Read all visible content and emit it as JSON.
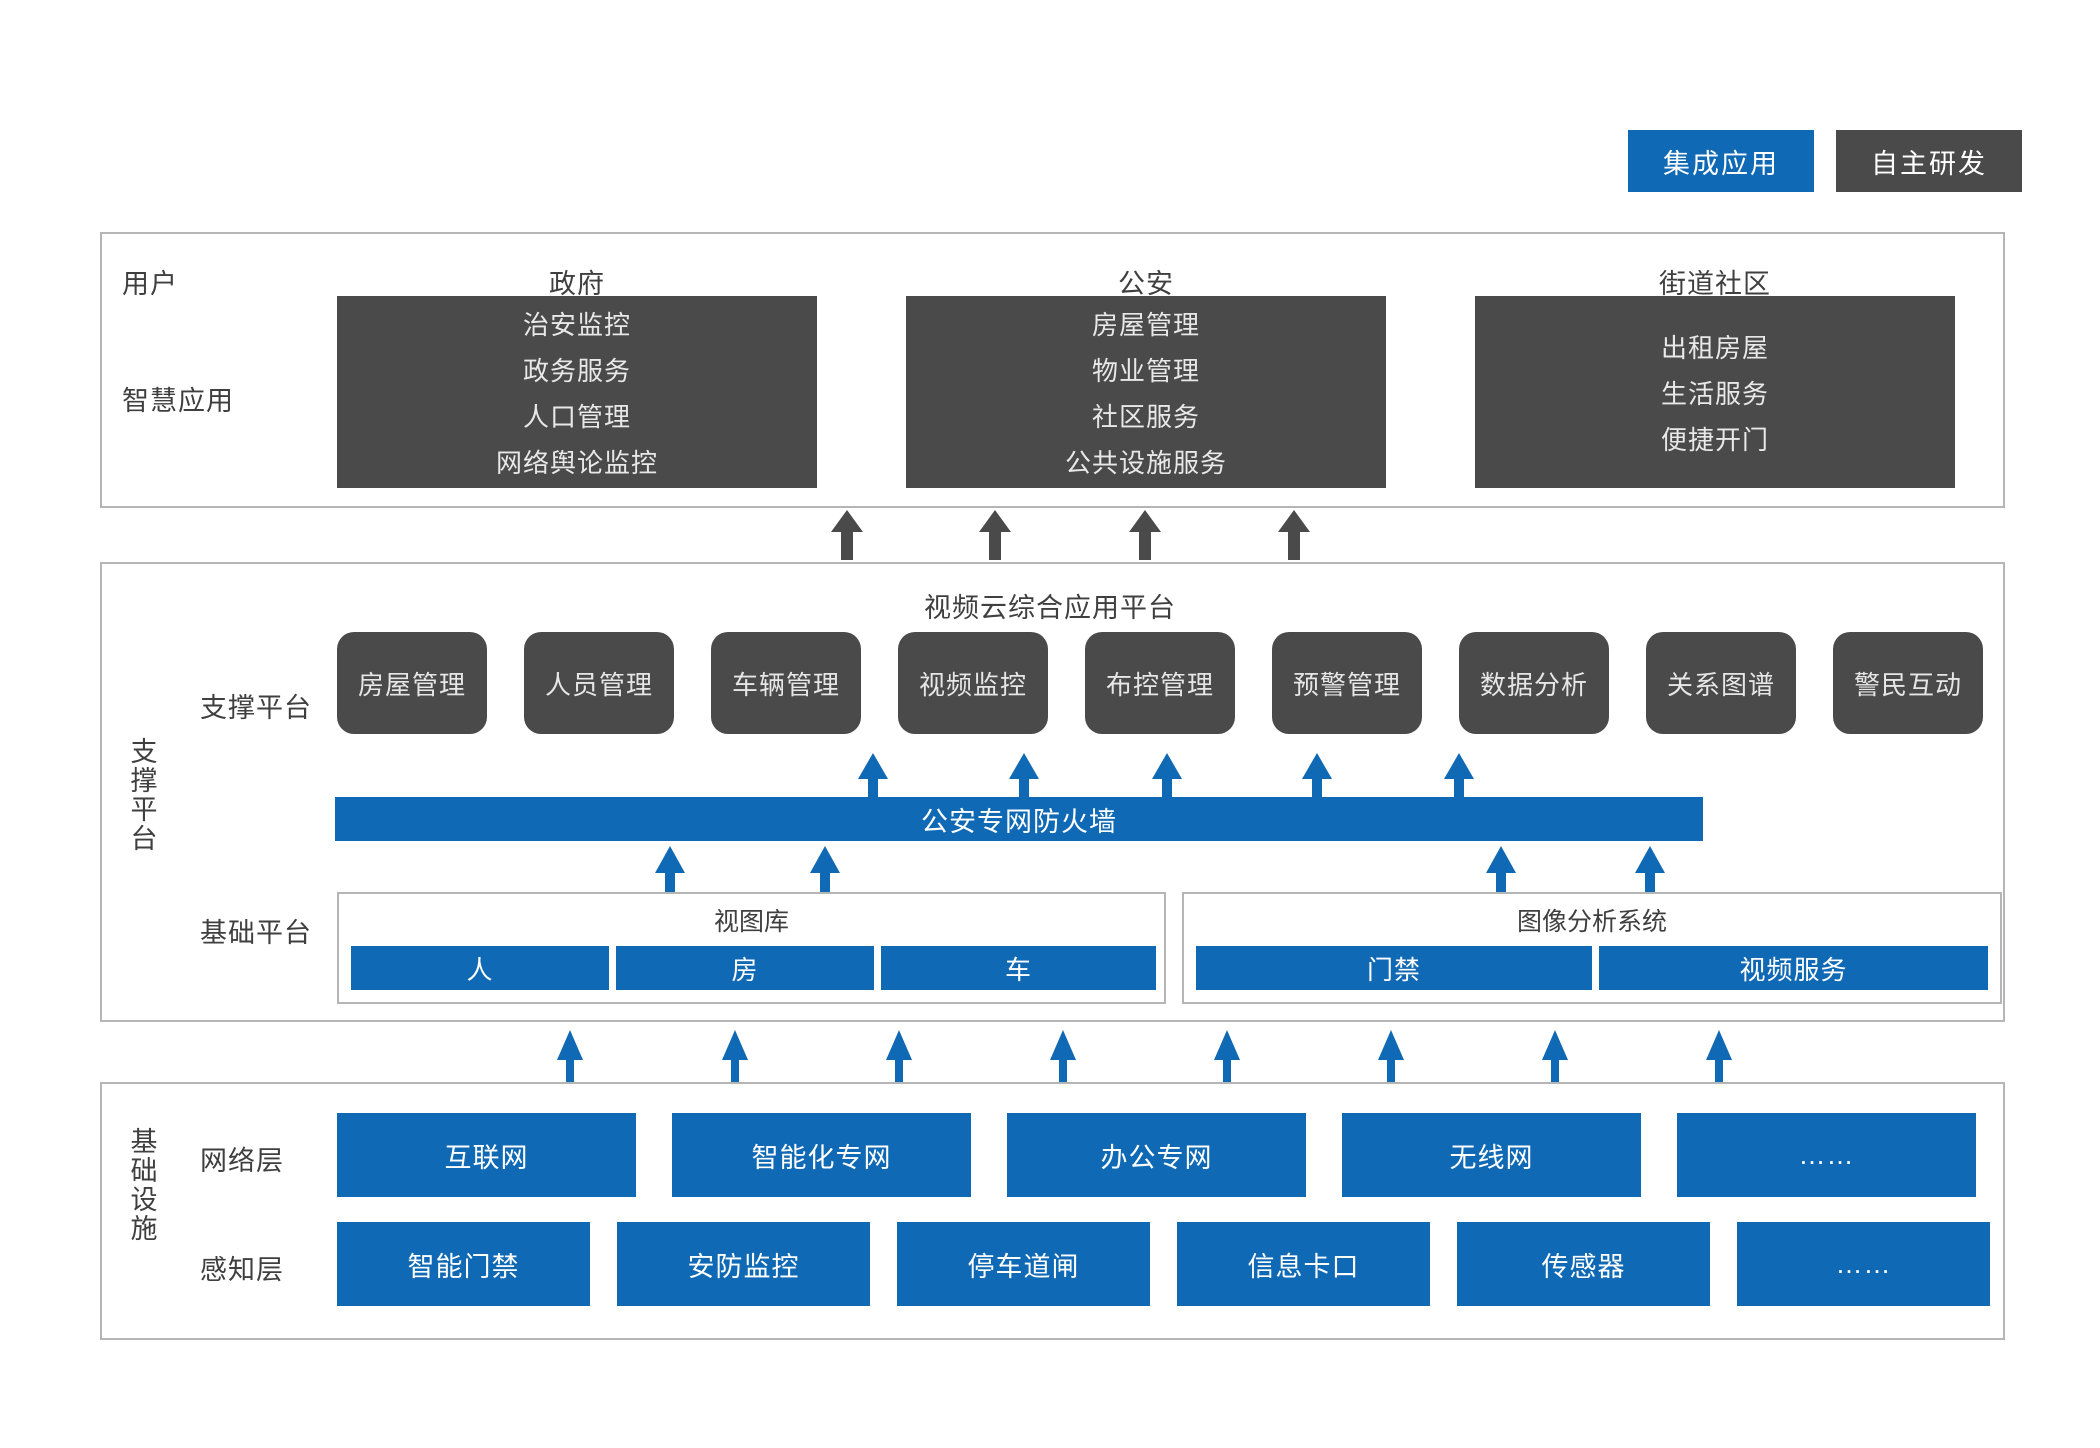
{
  "legend": {
    "items": [
      {
        "label": "集成应用",
        "color": "#1069b4"
      },
      {
        "label": "自主研发",
        "color": "#4a4a4a"
      }
    ]
  },
  "applications": {
    "user_label": "用户",
    "smart_app_label": "智慧应用",
    "columns": [
      {
        "title": "政府",
        "items": [
          "治安监控",
          "政务服务",
          "人口管理",
          "网络舆论监控"
        ]
      },
      {
        "title": "公安",
        "items": [
          "房屋管理",
          "物业管理",
          "社区服务",
          "公共设施服务"
        ]
      },
      {
        "title": "街道社区",
        "items": [
          "出租房屋",
          "生活服务",
          "便捷开门"
        ]
      }
    ]
  },
  "platform": {
    "vertical_label": "支撑平台",
    "title": "视频云综合应用平台",
    "support_label": "支撑平台",
    "base_label": "基础平台",
    "modules": [
      "房屋管理",
      "人员管理",
      "车辆管理",
      "视频监控",
      "布控管理",
      "预警管理",
      "数据分析",
      "关系图谱",
      "警民互动"
    ],
    "firewall": "公安专网防火墙",
    "base_groups": [
      {
        "title": "视图库",
        "chips": [
          "人",
          "房",
          "车"
        ]
      },
      {
        "title": "图像分析系统",
        "chips": [
          "门禁",
          "视频服务"
        ]
      }
    ]
  },
  "infrastructure": {
    "vertical_label": "基础设施",
    "network_label": "网络层",
    "sense_label": "感知层",
    "network_items": [
      "互联网",
      "智能化专网",
      "办公专网",
      "无线网",
      "……"
    ],
    "sense_items": [
      "智能门禁",
      "安防监控",
      "停车道闸",
      "信息卡口",
      "传感器",
      "……"
    ]
  },
  "colors": {
    "blue": "#1069b4",
    "gray": "#4a4a4a",
    "border": "#b5b5b5",
    "text": "#3f3f3f"
  }
}
